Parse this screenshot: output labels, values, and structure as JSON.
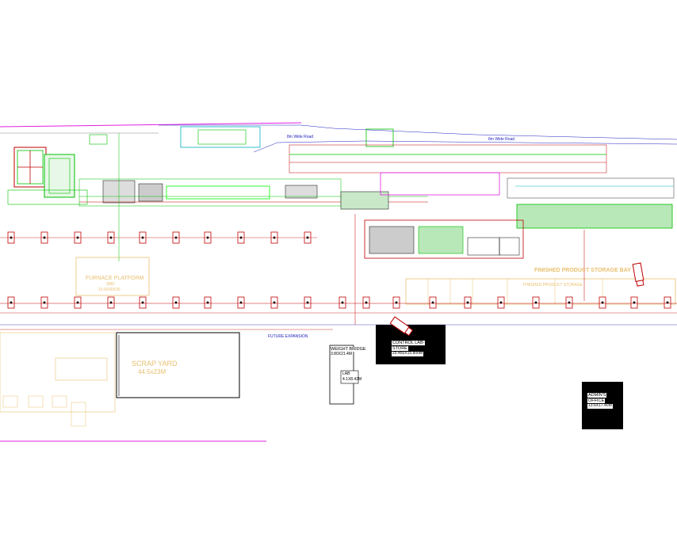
{
  "drawing": {
    "roads": [
      {
        "id": "road-left",
        "label": "8m Wide Road"
      },
      {
        "id": "road-right",
        "label": "8m Wide Road"
      }
    ],
    "areas": {
      "furnace_platform": {
        "title": "FURNACE PLATFORM",
        "line2": "3MD",
        "line3": "10.0X40X30"
      },
      "finished_storage_bay": {
        "title": "FINISHED PRODUCT STORAGE BAY"
      },
      "finished_storage": {
        "title": "FINISHED PRODUCT STORAGE"
      },
      "future_expansion": {
        "title": "FUTURE EXPANSION"
      },
      "scrap_yard": {
        "title": "SCRAP YARD",
        "size": "44.5x23M"
      },
      "weight_bridge": {
        "title": "WEIGHT BRIDGE",
        "size": "3.80X21.4M"
      },
      "lab": {
        "title": "LAB",
        "size": "4.1X8.42M"
      },
      "control_lab_store": {
        "title": "CONTROL LAB-",
        "line2": "STORE",
        "size": "25.450X15.800M"
      },
      "admin_office": {
        "title": "ADMIN'S",
        "line2": "OFFICE",
        "size": "13.6X17.40M"
      }
    },
    "colors": {
      "magenta": "#e020e0",
      "green": "#00c000",
      "bright_green": "#00ff00",
      "red": "#c00000",
      "blue": "#2020c0",
      "cyan": "#00b0c0",
      "yellow": "#e8c070",
      "black": "#000000"
    }
  }
}
